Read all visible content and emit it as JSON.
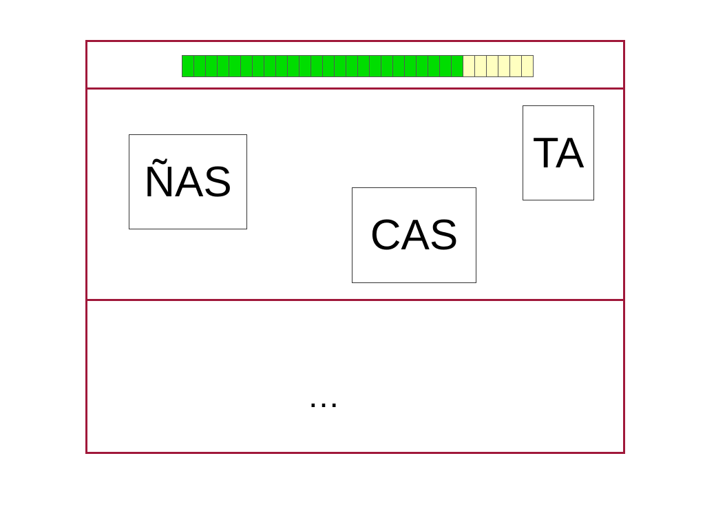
{
  "progress": {
    "completed_cells": 24,
    "total_cells": 30,
    "completed_color": "#00dd00",
    "remaining_color": "#ffffc0"
  },
  "cards": [
    {
      "id": "nas",
      "label": "ÑAS"
    },
    {
      "id": "cas",
      "label": "CAS"
    },
    {
      "id": "ta",
      "label": "TA"
    }
  ],
  "bottom": {
    "ellipsis": "…"
  },
  "colors": {
    "frame_border": "#a0183a"
  }
}
